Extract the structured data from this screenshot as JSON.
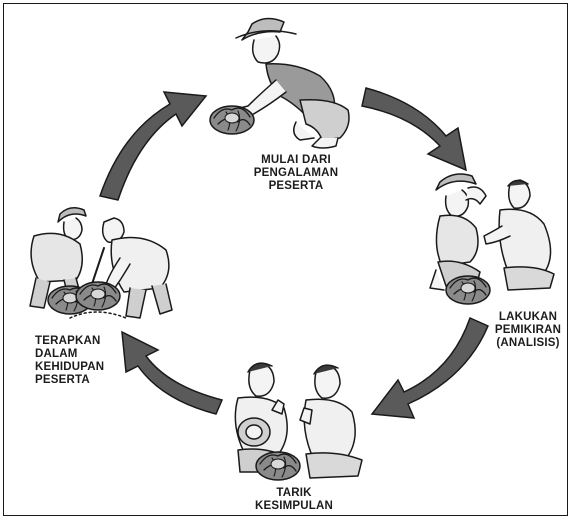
{
  "stages": {
    "top": {
      "lines": [
        "MULAI DARI",
        "PENGALAMAN",
        "PESERTA"
      ]
    },
    "right": {
      "lines": [
        "LAKUKAN",
        "PEMIKIRAN",
        "(ANALISIS)"
      ]
    },
    "bottom": {
      "lines": [
        "TARIK",
        "KESIMPULAN"
      ]
    },
    "left": {
      "lines": [
        "TERAPKAN",
        "DALAM",
        "KEHIDUPAN",
        "PESERTA"
      ]
    }
  },
  "colors": {
    "arrow": "#5a5a5a",
    "outline": "#1a1a1a",
    "text": "#1c1c1c"
  },
  "illustrations": {
    "top": "crouching-farmer-with-cabbage",
    "right": "two-farmers-thinking",
    "bottom": "two-farmers-thumbs-up",
    "left": "two-farmers-planting"
  }
}
